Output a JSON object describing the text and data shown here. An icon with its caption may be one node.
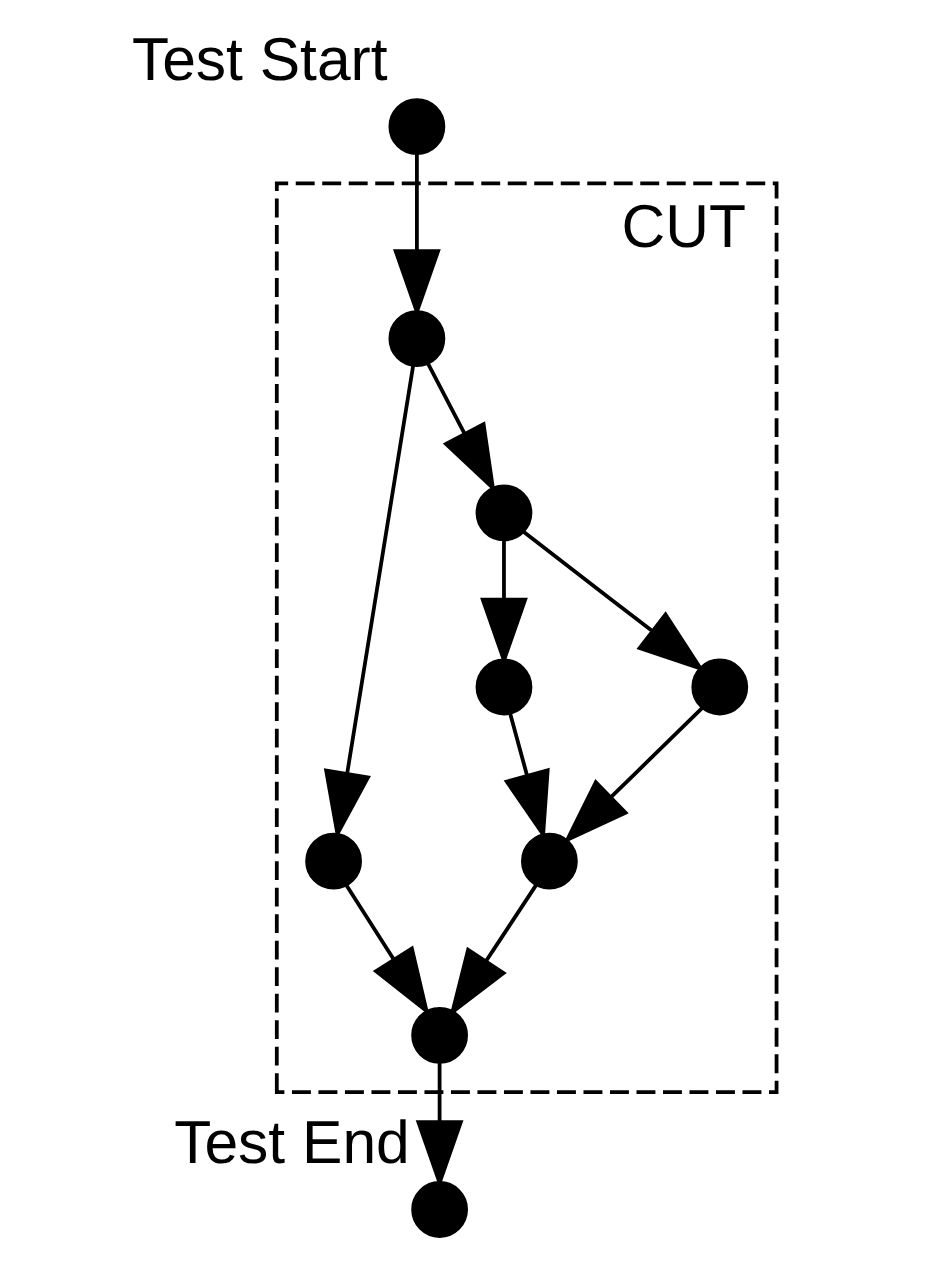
{
  "diagram": {
    "nodes": [
      {
        "text": [],
        "shape": "circle",
        "beside": [
          "Test Start"
        ]
      },
      {
        "text": [
          "CUT"
        ]
      },
      {
        "text": [],
        "shape": "circle",
        "in": 1
      },
      {
        "text": [],
        "shape": "circle",
        "in": 1
      },
      {
        "text": [],
        "shape": "circle",
        "in": 1
      },
      {
        "text": [],
        "shape": "circle",
        "in": 1
      },
      {
        "text": [],
        "shape": "circle",
        "in": 1
      },
      {
        "text": [],
        "shape": "circle",
        "in": 1
      },
      {
        "text": [],
        "shape": "circle",
        "in": 1
      },
      {
        "text": [],
        "shape": "circle",
        "beside": [
          "Test End"
        ]
      }
    ],
    "edges": [
      {
        "from": 0,
        "to": 2,
        "arrow": "to"
      },
      {
        "from": 2,
        "to": 3,
        "arrow": "to"
      },
      {
        "from": 2,
        "to": 4,
        "arrow": "to"
      },
      {
        "from": 4,
        "to": 5,
        "arrow": "to"
      },
      {
        "from": 4,
        "to": 6,
        "arrow": "to"
      },
      {
        "from": 5,
        "to": 7,
        "arrow": "to"
      },
      {
        "from": 6,
        "to": 7,
        "arrow": "to"
      },
      {
        "from": 3,
        "to": 8,
        "arrow": "to"
      },
      {
        "from": 7,
        "to": 8,
        "arrow": "to"
      },
      {
        "from": 8,
        "to": 9,
        "arrow": "to"
      }
    ]
  }
}
